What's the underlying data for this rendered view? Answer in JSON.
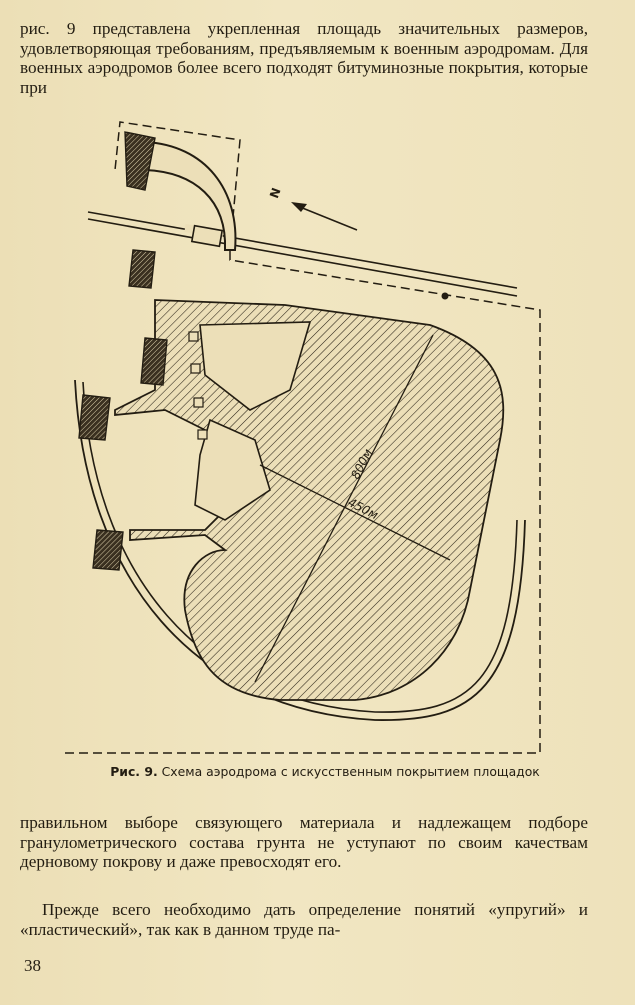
{
  "text": {
    "top": "рис. 9 представлена укрепленная площадь значительных размеров, удовлетворяющая требованиям, предъявляемым к военным аэродромам. Для военных аэродромов более всего подходят битуминозные покрытия, которые при",
    "middle": "правильном выборе связующего материала и надлежащем подборе гранулометрического состава грунта не уступают по своим качествам дерновому покрову и даже превосходят его.",
    "bottom": "Прежде всего необходимо дать определение понятий «упругий» и «пластический», так как в данном труде па-"
  },
  "figure": {
    "label": "Рис. 9.",
    "caption": "Схема аэродрома с искусственным покрытием площадок",
    "north_label": "N",
    "dimension_long": "800м",
    "dimension_short": "450м"
  },
  "page_number": "38"
}
